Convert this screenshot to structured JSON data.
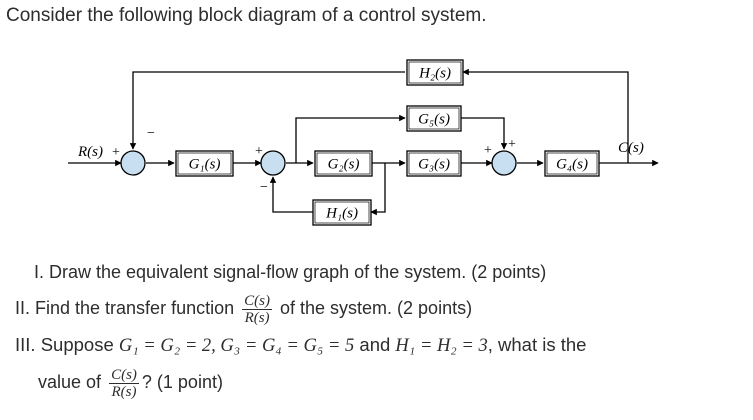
{
  "intro": "Consider the following block diagram of a control system.",
  "diagram": {
    "input_label": "R(s)",
    "output_label": "C(s)",
    "blocks": {
      "g1": "G₁(s)",
      "g2": "G₂(s)",
      "g3": "G₃(s)",
      "g4": "G₄(s)",
      "g5": "G₅(s)",
      "h1": "H₁(s)",
      "h2": "H₂(s)"
    },
    "signs": {
      "sum1_input": "+",
      "sum1_feedback": "−",
      "sum2_input": "+",
      "sum2_feedback": "−",
      "sum3_input": "+",
      "sum3_feedforward": "+"
    }
  },
  "questions": {
    "q1": "I. Draw the equivalent signal-flow graph of the system. (2 points)",
    "q2_before": "II. Find the transfer function",
    "q2_after": "of the system. (2 points)",
    "q3_prefix": "III. Suppose",
    "q3_math_gains": "G₁ = G₂ = 2, G₃ = G₄ = G₅ = 5",
    "q3_and": "and",
    "q3_math_h": "H₁ = H₂ = 3",
    "q3_suffix": ", what is the",
    "q3_line2_before": "value of",
    "q3_line2_after": "? (1 point)",
    "frac_num": "C(s)",
    "frac_den": "R(s)"
  }
}
